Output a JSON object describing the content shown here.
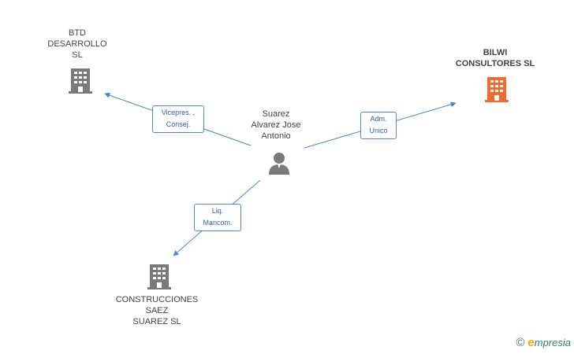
{
  "nodes": {
    "person": {
      "label": "Suarez\nAlvarez Jose\nAntonio",
      "icon": "person-icon"
    },
    "btd": {
      "label": "BTD\nDESARROLLO\nSL",
      "icon": "building-icon",
      "color": "#7a7a7a"
    },
    "bilwi": {
      "label": "BILWI\nCONSULTORES SL",
      "icon": "building-icon",
      "color": "#f26a2e"
    },
    "construcciones": {
      "label": "CONSTRUCCIONES\nSAEZ\nSUAREZ SL",
      "icon": "building-icon",
      "color": "#7a7a7a"
    }
  },
  "edges": {
    "btd": "Vicepres. ,\nConsej.",
    "bilwi": "Adm.\nUnico",
    "construcciones": "Liq.\nMancom."
  },
  "colors": {
    "edge": "#4a86c8",
    "highlight": "#f26a2e",
    "default_building": "#7a7a7a"
  },
  "footer": {
    "copyright": "©",
    "brand_initial": "e",
    "brand_rest": "mpresia"
  }
}
